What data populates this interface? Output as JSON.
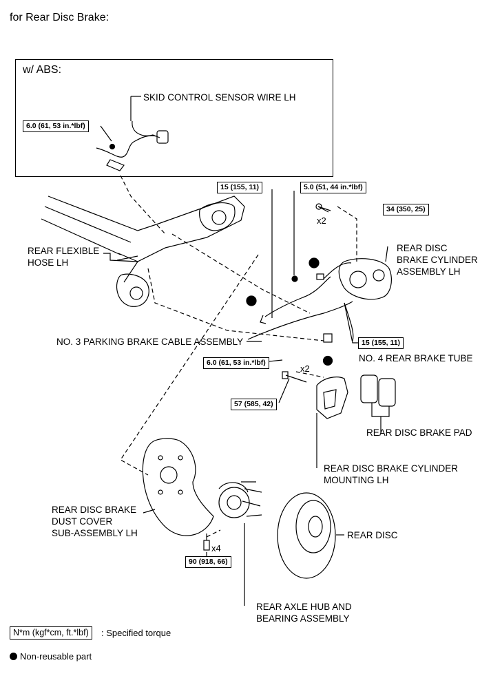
{
  "title": "for Rear Disc Brake:",
  "inset": {
    "label": "w/ ABS:"
  },
  "labels": {
    "skid_sensor": "SKID CONTROL SENSOR WIRE LH",
    "flex_hose": "REAR FLEXIBLE\nHOSE LH",
    "caliper": "REAR DISC\nBRAKE CYLINDER\nASSEMBLY LH",
    "park_cable": "NO. 3 PARKING BRAKE CABLE ASSEMBLY",
    "brake_tube": "NO. 4 REAR BRAKE TUBE",
    "brake_pad": "REAR DISC BRAKE PAD",
    "mounting": "REAR DISC BRAKE CYLINDER\nMOUNTING LH",
    "dust_cover": "REAR DISC BRAKE\nDUST COVER\nSUB-ASSEMBLY LH",
    "rear_disc": "REAR DISC",
    "hub": "REAR AXLE HUB AND\nBEARING ASSEMBLY"
  },
  "torques": {
    "sensor": "6.0 (61, 53 in.*lbf)",
    "t15a": "15 (155, 11)",
    "t50": "5.0 (51, 44 in.*lbf)",
    "t34": "34 (350, 25)",
    "t15b": "15 (155, 11)",
    "cable": "6.0 (61, 53 in.*lbf)",
    "t57": "57 (585, 42)",
    "t90": "90 (918, 66)"
  },
  "quantities": {
    "q1": "x2",
    "q2": "x2",
    "q3": "x4"
  },
  "legend": {
    "torque_format": "N*m (kgf*cm, ft.*lbf)",
    "torque_desc": ": Specified torque",
    "non_reusable": "Non-reusable part"
  },
  "colors": {
    "line": "#000000",
    "background": "#ffffff"
  }
}
